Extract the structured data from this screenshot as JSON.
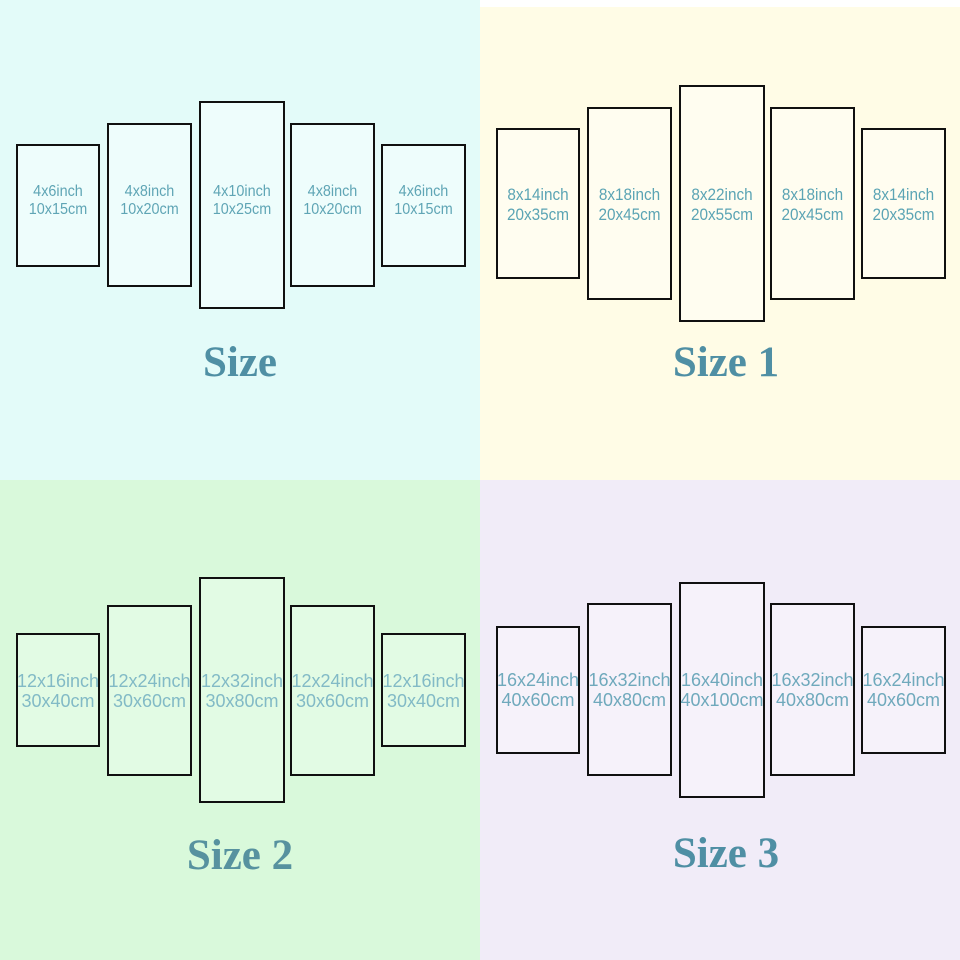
{
  "colors": {
    "panel_border": "#101010",
    "quadrant_backgrounds": [
      "#e3fbf9",
      "#fffce6",
      "#d9f9db",
      "#f1ecf8"
    ],
    "label_teal": "#5fa5b5",
    "title_teal": "#4f8fa4",
    "top_right_margin": "#ffffff"
  },
  "quadrants": [
    {
      "title": "Size",
      "panels": [
        {
          "inch": "4x6inch",
          "cm": "10x15cm"
        },
        {
          "inch": "4x8inch",
          "cm": "10x20cm"
        },
        {
          "inch": "4x10inch",
          "cm": "10x25cm"
        },
        {
          "inch": "4x8inch",
          "cm": "10x20cm"
        },
        {
          "inch": "4x6inch",
          "cm": "10x15cm"
        }
      ]
    },
    {
      "title": "Size 1",
      "panels": [
        {
          "inch": "8x14inch",
          "cm": "20x35cm"
        },
        {
          "inch": "8x18inch",
          "cm": "20x45cm"
        },
        {
          "inch": "8x22inch",
          "cm": "20x55cm"
        },
        {
          "inch": "8x18inch",
          "cm": "20x45cm"
        },
        {
          "inch": "8x14inch",
          "cm": "20x35cm"
        }
      ]
    },
    {
      "title": "Size 2",
      "panels": [
        {
          "inch": "12x16inch",
          "cm": "30x40cm"
        },
        {
          "inch": "12x24inch",
          "cm": "30x60cm"
        },
        {
          "inch": "12x32inch",
          "cm": "30x80cm"
        },
        {
          "inch": "12x24inch",
          "cm": "30x60cm"
        },
        {
          "inch": "12x16inch",
          "cm": "30x40cm"
        }
      ]
    },
    {
      "title": "Size 3",
      "panels": [
        {
          "inch": "16x24inch",
          "cm": "40x60cm"
        },
        {
          "inch": "16x32inch",
          "cm": "40x80cm"
        },
        {
          "inch": "16x40inch",
          "cm": "40x100cm"
        },
        {
          "inch": "16x32inch",
          "cm": "40x80cm"
        },
        {
          "inch": "16x24inch",
          "cm": "40x60cm"
        }
      ]
    }
  ]
}
